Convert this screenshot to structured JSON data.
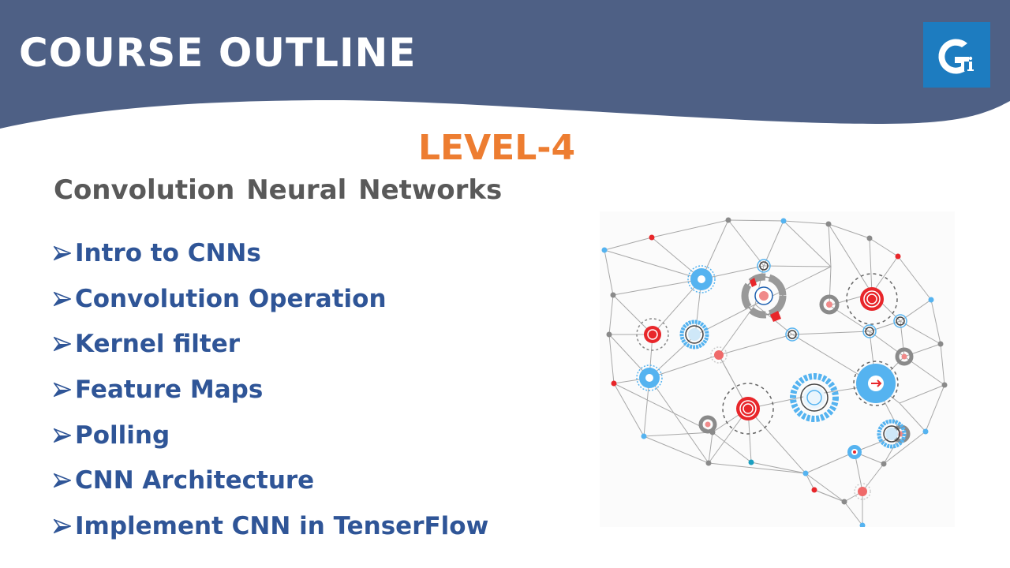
{
  "header": {
    "title": "COURSE OUTLINE",
    "background_color": "#4e6085",
    "logo": {
      "text": "Gi",
      "background_color": "#1d7cc0",
      "icon": "gi-logo"
    }
  },
  "level": {
    "label": "LEVEL-4",
    "color": "#ed7d31"
  },
  "course": {
    "title": "Convolution Neural Networks",
    "color": "#595959"
  },
  "topics": {
    "bullet_icon": "arrowhead-bullet",
    "color": "#2f5597",
    "items": [
      {
        "label": "Intro to CNNs"
      },
      {
        "label": "Convolution Operation"
      },
      {
        "label": "Kernel filter"
      },
      {
        "label": "Feature Maps"
      },
      {
        "label": "Polling"
      },
      {
        "label": "CNN Architecture"
      },
      {
        "label": "Implement CNN in TenserFlow"
      }
    ]
  },
  "illustration": {
    "icon": "brain-network-illustration",
    "colors": {
      "red": "#e8262a",
      "blue": "#55b3f0",
      "gray": "#8a8a8a",
      "line": "#a8a8a8"
    }
  }
}
